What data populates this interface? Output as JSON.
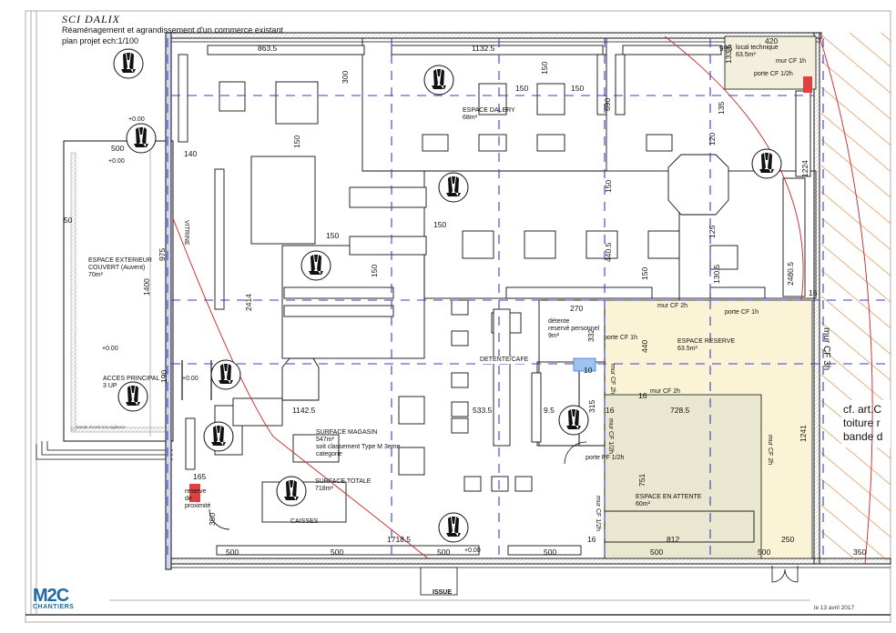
{
  "header": {
    "client": "SCI DALIX",
    "project": "Réaménagement et agrandissement d'un commerce existant",
    "scale": "plan projet ech:1/100"
  },
  "footer": {
    "company": "M2C",
    "company_sub": "CHANTIERS",
    "date": "le 13 avril 2017"
  },
  "rooms": {
    "exterior": {
      "name": "ESPACE EXTERIEUR",
      "name2": "COUVERT (Auvent)",
      "area": "70m²"
    },
    "access": {
      "name": "ACCES PRINCIPAL",
      "sub": "3 UP"
    },
    "vigilance": "bande d'eveil à la vigilance",
    "vitrine": "VITRINE",
    "gallery": {
      "name": "ESPACE DALERY",
      "area": "68m²"
    },
    "shop": {
      "name": "SURFACE MAGASIN",
      "area": "547m²",
      "class1": "soit classement Type M 3eme",
      "class2": "categorie"
    },
    "total": {
      "name": "SURFACE TOTALE",
      "area": "718m²"
    },
    "checkout": "CAISSES",
    "reserve_prox": {
      "l1": "reserve",
      "l2": "de",
      "l3": "proximité"
    },
    "staff_rest": {
      "l1": "détente",
      "l2": "reservé personnel",
      "area": "9m²"
    },
    "cafe": "DETENTE/CAFE",
    "tech": {
      "name": "local technique",
      "area": "63.5m²"
    },
    "reserve": {
      "name": "ESPACE RESERVE",
      "area": "63.5m²"
    },
    "waiting": {
      "name": "ESPACE EN ATTENTE",
      "area": "60m²"
    },
    "exit": "ISSUE",
    "note": {
      "l1": "cf. art.C",
      "l2": "toiture r",
      "l3": "bande d"
    }
  },
  "walls": {
    "cf1h_top": "mur CF 1h",
    "porte_cf_half_top": "porte CF 1/2h",
    "cf2h_a": "mur CF 2h",
    "porte_cf1h_a": "porte CF 1h",
    "porte_cf1h_b": "porte CF 1h",
    "cf2h_b": "mur CF 2h",
    "cf2h_v": "mur CF 2h",
    "cf2h_v2": "mur CF 2h",
    "cf_half_v": "mur CF 1/2h",
    "cf_half_v2": "mur CF 1/2h",
    "porte_cf_half": "porte PF 1/2h",
    "cf3h": "mur CF 3h"
  },
  "levels": {
    "l1": "+0.00",
    "l2": "+0.00",
    "l3": "+0.00",
    "l4": "+0.00",
    "l5": "+0.00"
  },
  "dimensions": {
    "d863": "863.5",
    "d1132": "1132.5",
    "d996": "996",
    "d420": "420",
    "d133": "133.5",
    "d500a": "500",
    "d50": "50",
    "d140": "140",
    "d975": "975",
    "d1400": "1400",
    "d190": "190",
    "d150a": "150",
    "d150b": "150",
    "d150c": "150",
    "d150d": "150",
    "d150e": "150",
    "d150f": "150",
    "d150g": "150",
    "d150h": "150",
    "d150i": "150",
    "d300": "300",
    "d690": "690",
    "d120": "120",
    "d135": "135",
    "d1224": "1224",
    "d2414": "2414",
    "d440_5": "440.5",
    "d125": "125",
    "d130_5": "130.5",
    "d2480_5": "2480.5",
    "d16a": "16",
    "d270": "270",
    "d332": "332",
    "d440": "440",
    "d10": "10",
    "d16b": "16",
    "d728_5": "728.5",
    "d1142_5": "1142.5",
    "d533_5": "533.5",
    "d9_5": "9.5",
    "d315": "315",
    "d16c": "16",
    "d1241": "1241",
    "d751": "751",
    "d165": "165",
    "d350a": "350",
    "d1718_5": "1718.5",
    "d500b": "500",
    "d500c": "500",
    "d500d": "500",
    "d500e": "500",
    "d500f": "500",
    "d500g": "500",
    "d16d": "16",
    "d812": "812",
    "d250": "250",
    "d350b": "350"
  },
  "colors": {
    "wall": "#111111",
    "axis": "#3b3bc8",
    "firepath": "#cc2222",
    "reserve_fill": "#fbf3d6",
    "waiting_fill": "#e9e7cf",
    "hatch": "#e07a2e",
    "logo": "#1f6aa5"
  }
}
